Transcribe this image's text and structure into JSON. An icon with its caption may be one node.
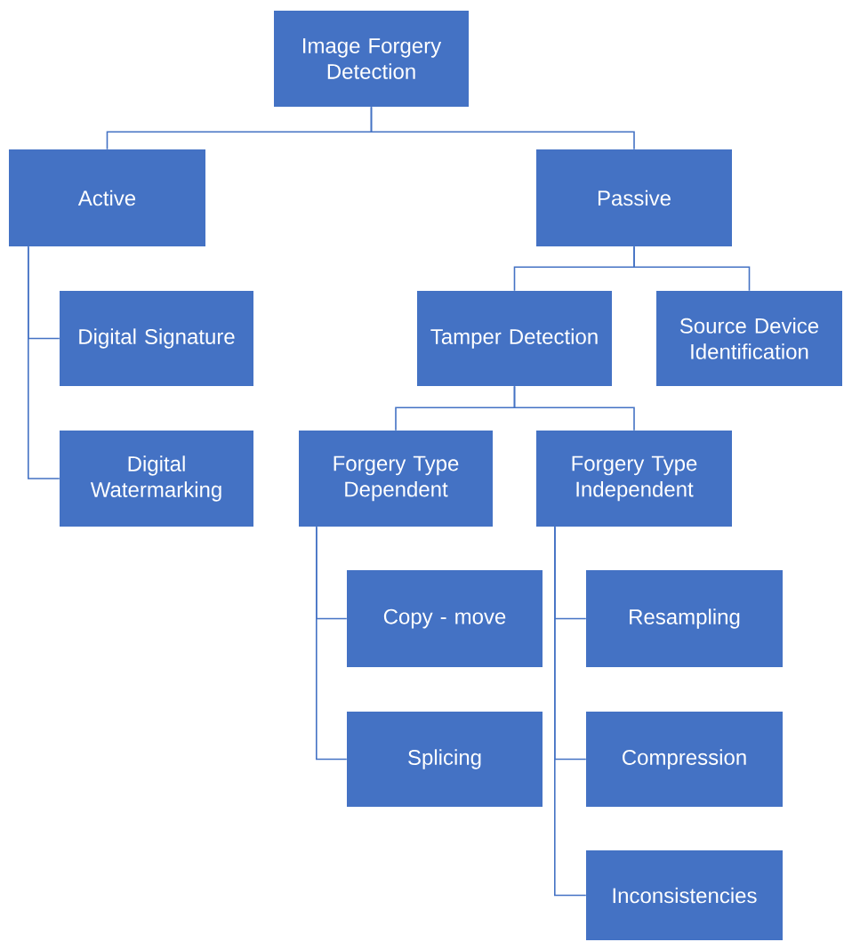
{
  "diagram": {
    "nodes": [
      {
        "text": [
          "Image Forgery Detection"
        ]
      },
      {
        "text": [
          "Active"
        ]
      },
      {
        "text": [
          "Passive"
        ]
      },
      {
        "text": [
          "Digital Signature"
        ]
      },
      {
        "text": [
          "Digital Watermarking"
        ]
      },
      {
        "text": [
          "Tamper Detection"
        ]
      },
      {
        "text": [
          "Source Device Identification"
        ]
      },
      {
        "text": [
          "Forgery Type Dependent"
        ]
      },
      {
        "text": [
          "Forgery Type Independent"
        ]
      },
      {
        "text": [
          "Copy - move"
        ]
      },
      {
        "text": [
          "Splicing"
        ]
      },
      {
        "text": [
          "Resampling"
        ]
      },
      {
        "text": [
          "Compression"
        ]
      },
      {
        "text": [
          "Inconsistencies"
        ]
      }
    ],
    "edges": [
      {
        "from": 0,
        "to": 1,
        "arrow": "none"
      },
      {
        "from": 0,
        "to": 2,
        "arrow": "none"
      },
      {
        "from": 1,
        "to": 3,
        "arrow": "none"
      },
      {
        "from": 1,
        "to": 4,
        "arrow": "none"
      },
      {
        "from": 2,
        "to": 5,
        "arrow": "none"
      },
      {
        "from": 2,
        "to": 6,
        "arrow": "none"
      },
      {
        "from": 5,
        "to": 7,
        "arrow": "none"
      },
      {
        "from": 5,
        "to": 8,
        "arrow": "none"
      },
      {
        "from": 7,
        "to": 9,
        "arrow": "none"
      },
      {
        "from": 7,
        "to": 10,
        "arrow": "none"
      },
      {
        "from": 8,
        "to": 11,
        "arrow": "none"
      },
      {
        "from": 8,
        "to": 12,
        "arrow": "none"
      },
      {
        "from": 8,
        "to": 13,
        "arrow": "none"
      }
    ]
  }
}
